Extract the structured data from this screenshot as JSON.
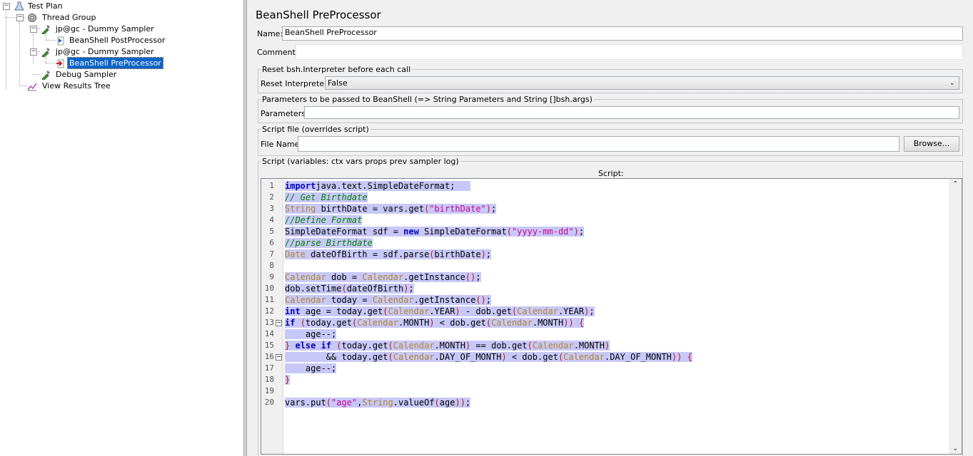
{
  "tree": {
    "items": [
      {
        "label": "Test Plan",
        "icon": "flask-icon"
      },
      {
        "label": "Thread Group",
        "icon": "gear-icon"
      },
      {
        "label": "jp@gc - Dummy Sampler",
        "icon": "pipette-icon"
      },
      {
        "label": "BeanShell PostProcessor",
        "icon": "postprocessor-icon"
      },
      {
        "label": "jp@gc - Dummy Sampler",
        "icon": "pipette-icon"
      },
      {
        "label": "BeanShell PreProcessor",
        "icon": "preprocessor-icon"
      },
      {
        "label": "Debug Sampler",
        "icon": "pipette-icon"
      },
      {
        "label": "View Results Tree",
        "icon": "graph-icon"
      }
    ]
  },
  "panel": {
    "title": "BeanShell PreProcessor",
    "name_label": "Name:",
    "name_value": "BeanShell PreProcessor",
    "comments_label": "Comments:",
    "comments_value": "",
    "reset_group": "Reset bsh.Interpreter before each call",
    "reset_label": "Reset Interpreter:",
    "reset_value": "False",
    "params_group": "Parameters to be passed to BeanShell (=> String Parameters and String []bsh.args)",
    "params_label": "Parameters:",
    "params_value": "",
    "file_group": "Script file (overrides script)",
    "file_label": "File Name:",
    "file_value": "",
    "browse_label": "Browse...",
    "script_group": "Script (variables: ctx vars props prev sampler log)",
    "script_label": "Script:"
  },
  "script_lines": [
    [
      [
        "kw",
        "import"
      ],
      [
        "",
        "java.text.SimpleDateFormat;   "
      ]
    ],
    [
      [
        "cm",
        "// Get Birthdate"
      ]
    ],
    [
      [
        "ty",
        "String"
      ],
      [
        "",
        " birthDate = vars.get"
      ],
      [
        "pn",
        "("
      ],
      [
        "st",
        "\"birthDate\""
      ],
      [
        "pn",
        ")"
      ],
      [
        "",
        ";"
      ]
    ],
    [
      [
        "cm",
        "//Define Format"
      ]
    ],
    [
      [
        "",
        "SimpleDateFormat sdf = "
      ],
      [
        "kw",
        "new"
      ],
      [
        "",
        " SimpleDateFormat"
      ],
      [
        "pn",
        "("
      ],
      [
        "st",
        "\"yyyy-mm-dd\""
      ],
      [
        "pn",
        ")"
      ],
      [
        "",
        ";"
      ]
    ],
    [
      [
        "cm",
        "//parse Birthdate"
      ]
    ],
    [
      [
        "ty",
        "Date"
      ],
      [
        "",
        " dateOfBirth = sdf.parse"
      ],
      [
        "pn",
        "("
      ],
      [
        "",
        "birthDate"
      ],
      [
        "pn",
        ")"
      ],
      [
        "",
        ";"
      ]
    ],
    [],
    [
      [
        "ty",
        "Calendar"
      ],
      [
        "",
        " dob = "
      ],
      [
        "ty",
        "Calendar"
      ],
      [
        "",
        ".getInstance"
      ],
      [
        "pn",
        "()"
      ],
      [
        "",
        ";"
      ]
    ],
    [
      [
        "",
        "dob.setTime"
      ],
      [
        "pn",
        "("
      ],
      [
        "",
        "dateOfBirth"
      ],
      [
        "pn",
        ")"
      ],
      [
        "",
        ";"
      ]
    ],
    [
      [
        "ty",
        "Calendar"
      ],
      [
        "",
        " today = "
      ],
      [
        "ty",
        "Calendar"
      ],
      [
        "",
        ".getInstance"
      ],
      [
        "pn",
        "()"
      ],
      [
        "",
        ";"
      ]
    ],
    [
      [
        "kw",
        "int"
      ],
      [
        "",
        " age = today.get"
      ],
      [
        "pn",
        "("
      ],
      [
        "ty",
        "Calendar"
      ],
      [
        "",
        ".YEAR"
      ],
      [
        "pn",
        ")"
      ],
      [
        "",
        " - dob.get"
      ],
      [
        "pn",
        "("
      ],
      [
        "ty",
        "Calendar"
      ],
      [
        "",
        ".YEAR"
      ],
      [
        "pn",
        ")"
      ],
      [
        "",
        ";"
      ]
    ],
    [
      [
        "kw",
        "if"
      ],
      [
        "",
        " "
      ],
      [
        "pn",
        "("
      ],
      [
        "",
        "today.get"
      ],
      [
        "pn",
        "("
      ],
      [
        "ty",
        "Calendar"
      ],
      [
        "",
        ".MONTH"
      ],
      [
        "pn",
        ")"
      ],
      [
        "",
        " < dob.get"
      ],
      [
        "pn",
        "("
      ],
      [
        "ty",
        "Calendar"
      ],
      [
        "",
        ".MONTH"
      ],
      [
        "pn",
        "))"
      ],
      [
        "",
        " "
      ],
      [
        "pn",
        "{"
      ]
    ],
    [
      [
        "",
        "    age--;"
      ]
    ],
    [
      [
        "pn",
        "}"
      ],
      [
        "",
        " "
      ],
      [
        "kw",
        "else if"
      ],
      [
        "",
        " "
      ],
      [
        "pn",
        "("
      ],
      [
        "",
        "today.get"
      ],
      [
        "pn",
        "("
      ],
      [
        "ty",
        "Calendar"
      ],
      [
        "",
        ".MONTH"
      ],
      [
        "pn",
        ")"
      ],
      [
        "",
        " == dob.get"
      ],
      [
        "pn",
        "("
      ],
      [
        "ty",
        "Calendar"
      ],
      [
        "",
        ".MONTH"
      ],
      [
        "pn",
        ")"
      ]
    ],
    [
      [
        "",
        "        && today.get"
      ],
      [
        "pn",
        "("
      ],
      [
        "ty",
        "Calendar"
      ],
      [
        "",
        ".DAY_OF_MONTH"
      ],
      [
        "pn",
        ")"
      ],
      [
        "",
        " < dob.get"
      ],
      [
        "pn",
        "("
      ],
      [
        "ty",
        "Calendar"
      ],
      [
        "",
        ".DAY_OF_MONTH"
      ],
      [
        "pn",
        "))"
      ],
      [
        "",
        " "
      ],
      [
        "pn",
        "{"
      ]
    ],
    [
      [
        "",
        "    age--;"
      ]
    ],
    [
      [
        "pn",
        "}"
      ]
    ],
    [],
    [
      [
        "",
        "vars.put"
      ],
      [
        "pn",
        "("
      ],
      [
        "st",
        "\"age\""
      ],
      [
        "",
        ","
      ],
      [
        "ty",
        "String"
      ],
      [
        "",
        ".valueOf"
      ],
      [
        "pn",
        "("
      ],
      [
        "",
        "age"
      ],
      [
        "pn",
        "))"
      ],
      [
        "",
        ";"
      ]
    ]
  ],
  "fold_lines": [
    13,
    16
  ]
}
